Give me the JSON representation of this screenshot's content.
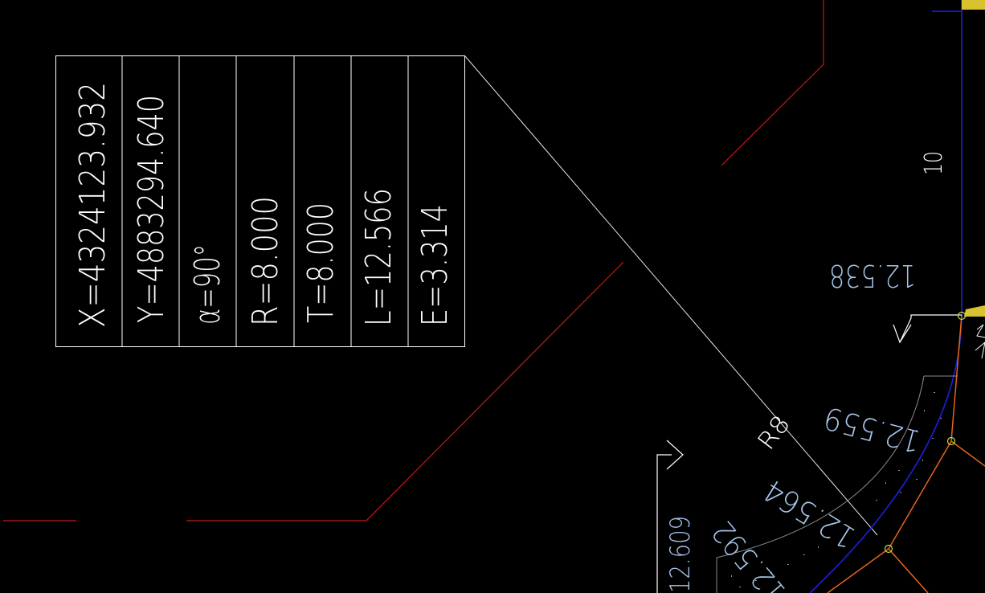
{
  "colors": {
    "background": "#000000",
    "table_line": "#ffffff",
    "table_text": "#ffffff",
    "red_line": "#c41a1a",
    "blue_line": "#1f1fe0",
    "orange_line": "#e8641e",
    "dim_text": "#a6c4e8",
    "gray_line": "#8a8a8a",
    "leader_line": "#e6e6e6",
    "hatch_yellow": "#d8c230",
    "node_green": "#b8e04a"
  },
  "curve_table": {
    "cells": [
      "X=4324123.932",
      "Y=4883294.640",
      "α=90°",
      "R=8.000",
      "T=8.000",
      "L=12.566",
      "E=3.314"
    ]
  },
  "annotations": {
    "radius_label": "R8",
    "dim_top": "10",
    "dim_mid_right": "12.538",
    "dim_arc_upper": "12.559",
    "dim_arc_middle": "12.564",
    "dim_arc_lower": "12.592",
    "dim_bottom_left": "12.609"
  }
}
